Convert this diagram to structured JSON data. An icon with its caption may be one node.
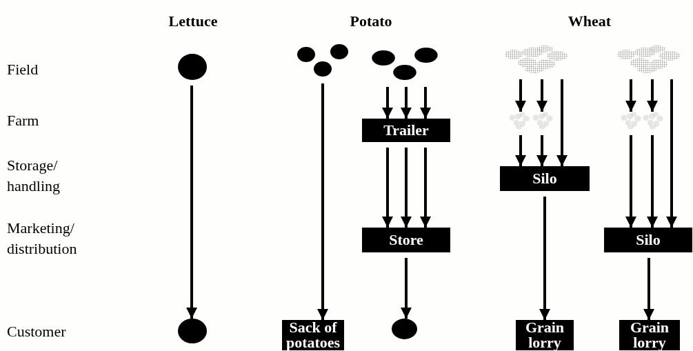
{
  "diagram": {
    "nodes": [
      {
        "text": [],
        "shape": "circle"
      },
      {
        "text": [],
        "shape": "circle"
      },
      {
        "text": [],
        "shape": "picture"
      },
      {
        "text": [
          "Sack of potatoes"
        ]
      },
      {
        "text": [],
        "shape": "picture"
      },
      {
        "text": [
          "Trailer"
        ]
      },
      {
        "text": [
          "Store"
        ]
      },
      {
        "text": [],
        "shape": "circle"
      },
      {
        "text": [],
        "shape": "cloud"
      },
      {
        "text": [],
        "shape": "cloud"
      },
      {
        "text": [],
        "shape": "cloud"
      },
      {
        "text": [
          "Silo"
        ]
      },
      {
        "text": [
          "Grain lorry"
        ]
      },
      {
        "text": [],
        "shape": "cloud"
      },
      {
        "text": [],
        "shape": "cloud"
      },
      {
        "text": [],
        "shape": "cloud"
      },
      {
        "text": [
          "Silo"
        ]
      },
      {
        "text": [
          "Grain lorry"
        ]
      }
    ],
    "edges": [
      {
        "from": 0,
        "to": 1,
        "arrow": "to"
      },
      {
        "from": 2,
        "to": 3,
        "arrow": "to"
      },
      {
        "from": 4,
        "to": 5,
        "arrow": "to"
      },
      {
        "from": 4,
        "to": 5,
        "arrow": "to"
      },
      {
        "from": 4,
        "to": 5,
        "arrow": "to"
      },
      {
        "from": 5,
        "to": 6,
        "arrow": "to"
      },
      {
        "from": 5,
        "to": 6,
        "arrow": "to"
      },
      {
        "from": 5,
        "to": 6,
        "arrow": "to"
      },
      {
        "from": 6,
        "to": 7,
        "arrow": "to"
      },
      {
        "from": 8,
        "to": 9,
        "arrow": "to"
      },
      {
        "from": 8,
        "to": 10,
        "arrow": "to"
      },
      {
        "from": 9,
        "to": 11,
        "arrow": "to"
      },
      {
        "from": 10,
        "to": 11,
        "arrow": "to"
      },
      {
        "from": 8,
        "to": 11,
        "arrow": "to"
      },
      {
        "from": 11,
        "to": 12,
        "arrow": "to"
      },
      {
        "from": 13,
        "to": 14,
        "arrow": "to"
      },
      {
        "from": 13,
        "to": 15,
        "arrow": "to"
      },
      {
        "from": 14,
        "to": 16,
        "arrow": "to"
      },
      {
        "from": 15,
        "to": 16,
        "arrow": "to"
      },
      {
        "from": 13,
        "to": 16,
        "arrow": "to"
      },
      {
        "from": 16,
        "to": 17,
        "arrow": "to"
      }
    ],
    "labels": [
      "Lettuce",
      "Potato",
      "Wheat",
      "Field",
      "Farm",
      "Storage/ handling",
      "Marketing/ distribution",
      "Customer"
    ]
  }
}
